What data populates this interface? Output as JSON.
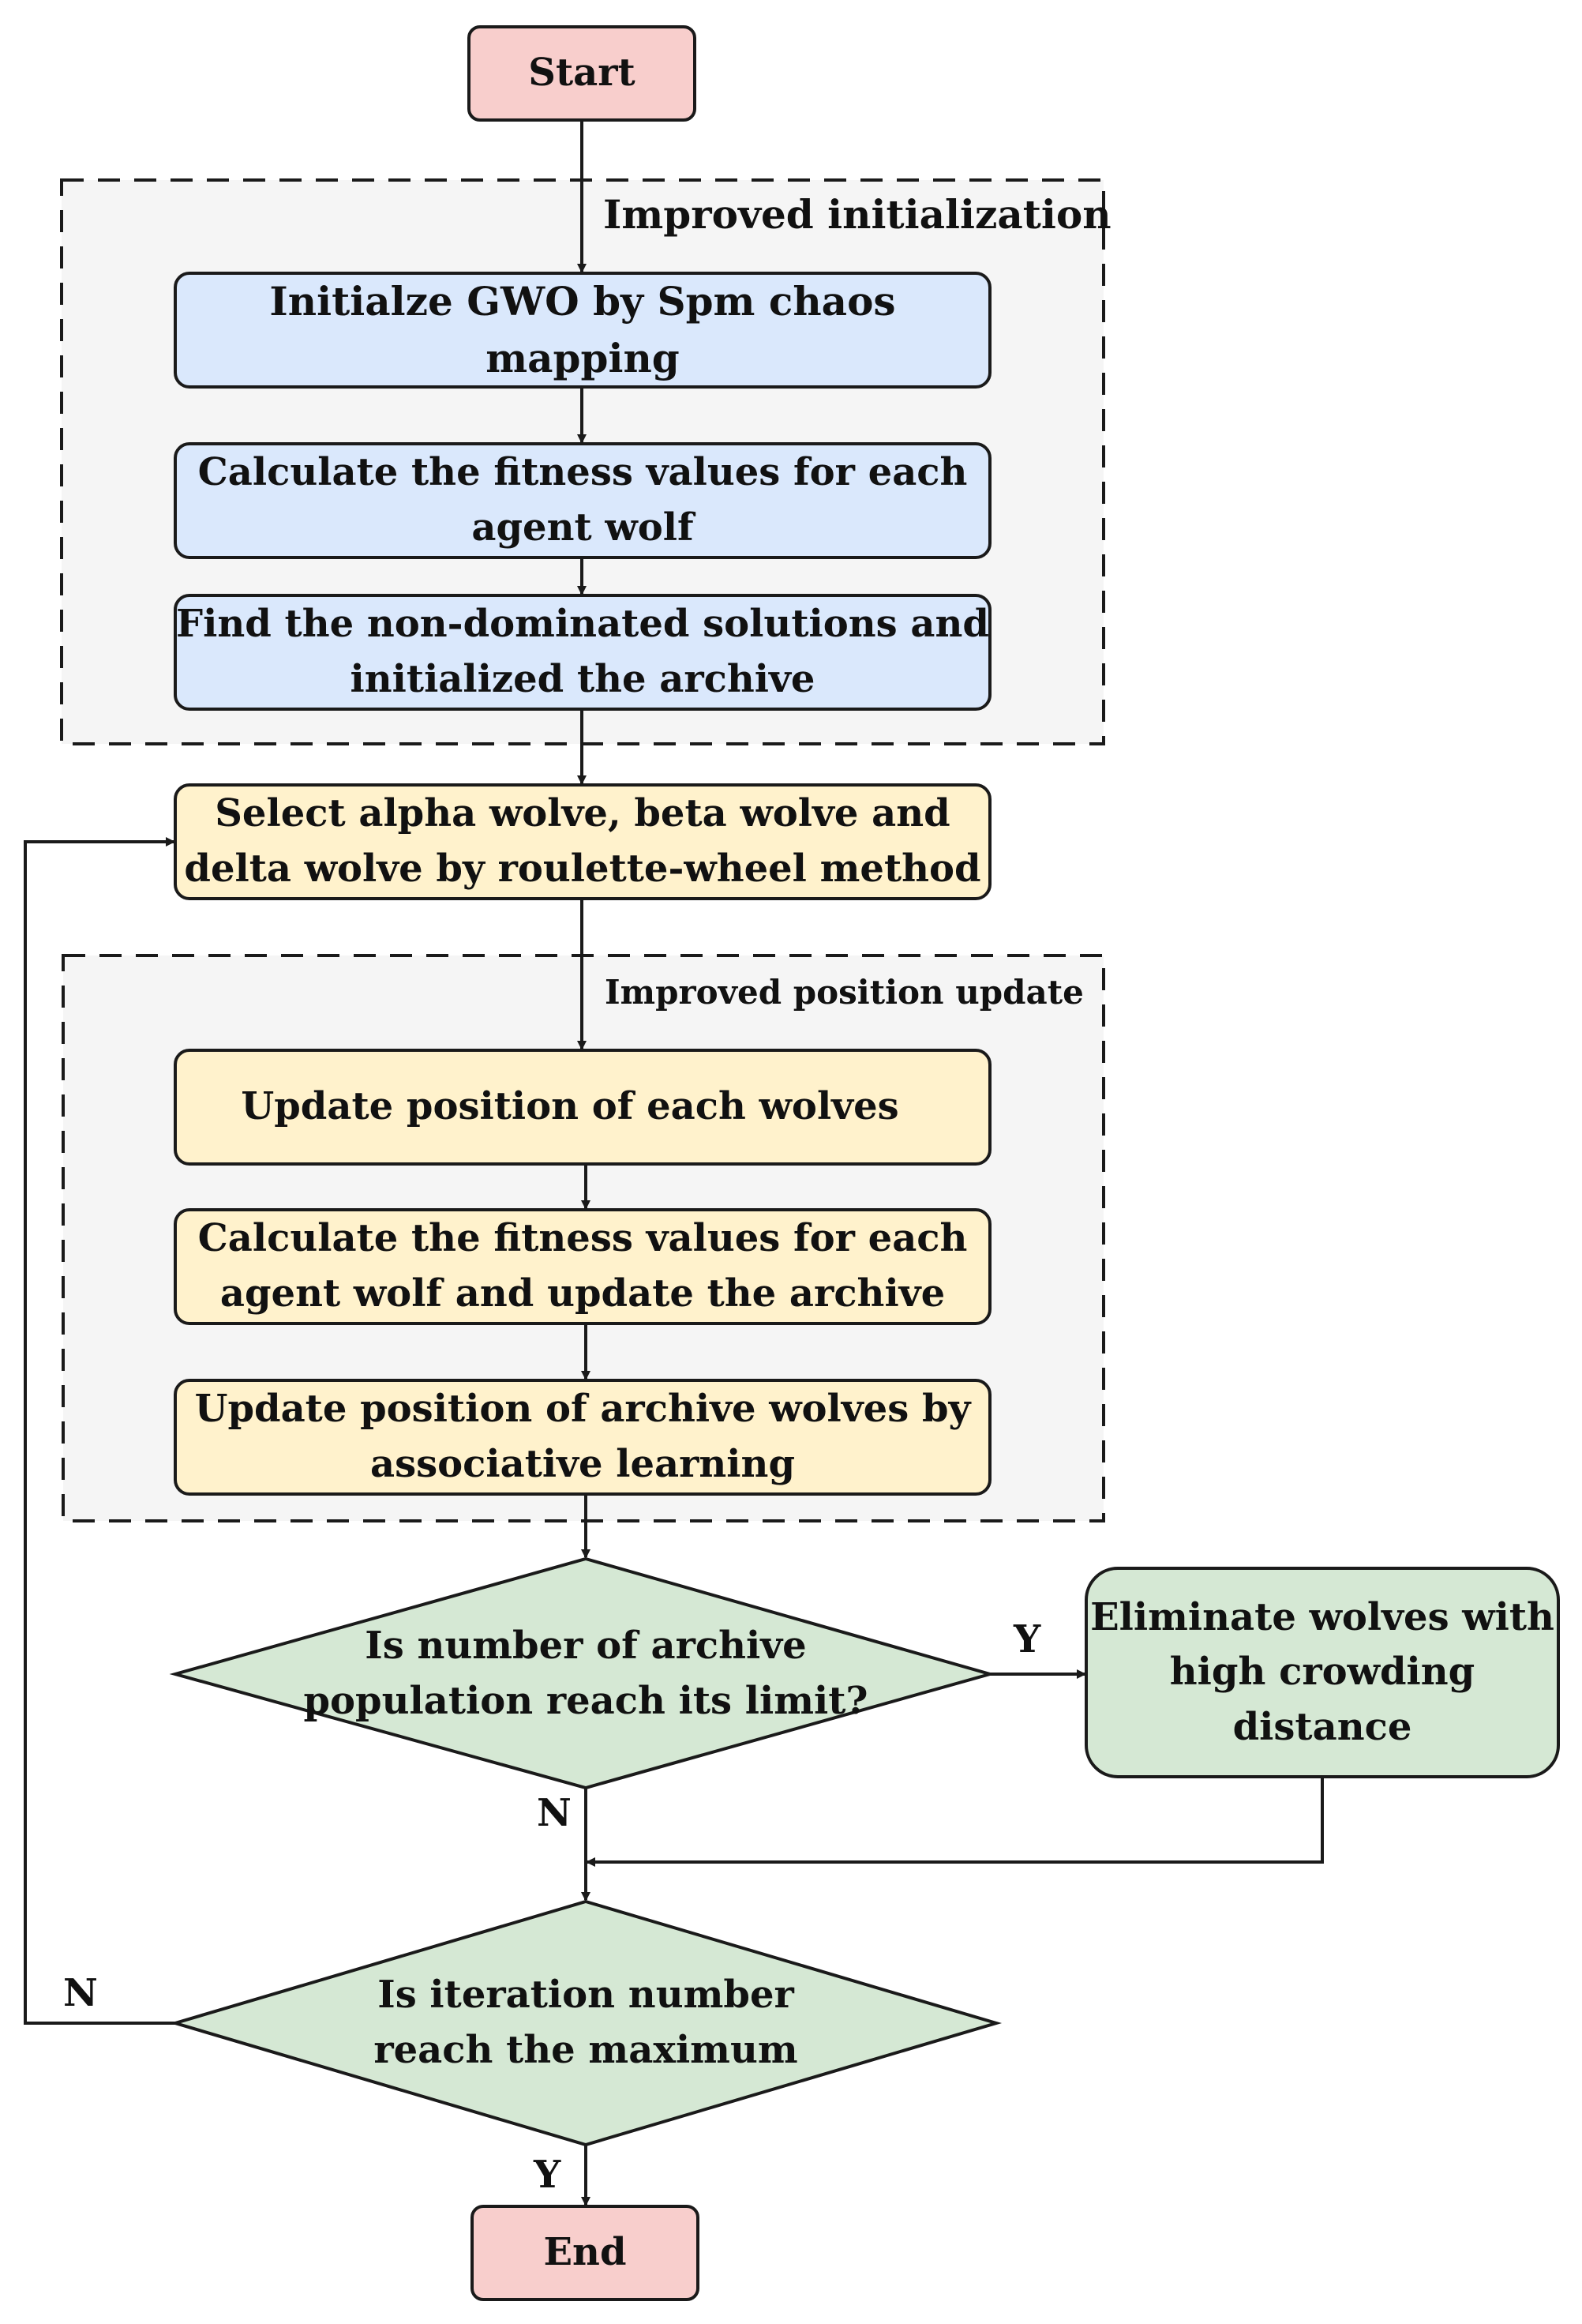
{
  "colors": {
    "terminal_fill": "#f8cecc",
    "init_fill": "#dae8fc",
    "process_fill": "#fff2cc",
    "decision_fill": "#d5e8d4",
    "group_fill": "#f5f5f5",
    "stroke": "#1a1a1a"
  },
  "nodes": {
    "start": "Start",
    "init_group_title": "Improved initialization",
    "init_gwo": "Initialze GWO by Spm chaos mapping",
    "calc_fitness_1": "Calculate the fitness values for each\nagent wolf",
    "find_nondominated": "Find the non-dominated solutions and\ninitialized the archive",
    "select_leaders": "Select alpha wolve, beta wolve and\ndelta wolve by roulette-wheel method",
    "position_group_title": "Improved position update",
    "update_position": "Update position of each wolves",
    "calc_fitness_2": "Calculate the fitness values for each\nagent wolf and update the archive",
    "update_archive_position": "Update position of archive wolves by\nassociative learning",
    "decision_archive": "Is number of archive\npopulation reach its limit?",
    "eliminate": "Eliminate wolves with\nhigh crowding\ndistance",
    "decision_iteration": "Is iteration number\nreach the maximum",
    "end": "End"
  },
  "edge_labels": {
    "archive_yes": "Y",
    "archive_no": "N",
    "iteration_no": "N",
    "iteration_yes": "Y"
  }
}
